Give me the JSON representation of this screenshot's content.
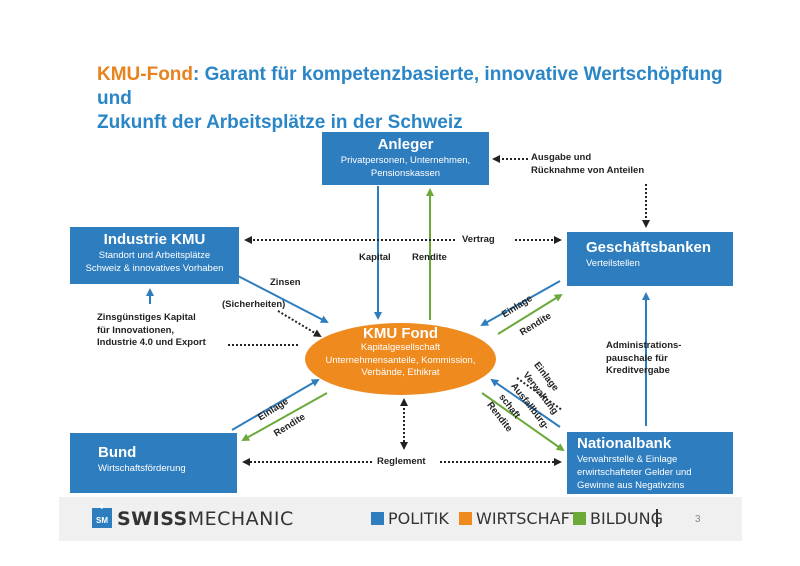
{
  "title": {
    "accent": "KMU-Fond",
    "rest_line1": ": Garant für kompetenzbasierte, innovative Wertschöpfung und",
    "line2": "Zukunft der Arbeitsplätze in der Schweiz"
  },
  "nodes": {
    "anleger": {
      "title": "Anleger",
      "sub1": "Privatpersonen, Unternehmen,",
      "sub2": "Pensionskassen"
    },
    "industrie": {
      "title": "Industrie KMU",
      "sub1": "Standort und Arbeitsplätze",
      "sub2": "Schweiz  & innovatives Vorhaben"
    },
    "banken": {
      "title": "Geschäftsbanken",
      "sub1": "Verteilstellen"
    },
    "bund": {
      "title": "Bund",
      "sub1": "Wirtschaftsförderung"
    },
    "nationalbank": {
      "title": "Nationalbank",
      "sub1": "Verwahrstelle & Einlage",
      "sub2": "erwirtschafteter Gelder  und",
      "sub3": "Gewinne aus Negativzins"
    },
    "center": {
      "title": "KMU Fond",
      "sub1": "Kapitalgesellschaft",
      "sub2": "Unternehmensanteile, Kommission,",
      "sub3": "Verbände, Ethikrat"
    }
  },
  "labels": {
    "ausgabe1": "Ausgabe und",
    "ausgabe2": "Rücknahme von Anteilen",
    "vertrag": "Vertrag",
    "kapital": "Kapital",
    "rendite_top": "Rendite",
    "zinsen": "Zinsen",
    "sicherheiten": "(Sicherheiten)",
    "zins1": "Zinsgünstiges Kapital",
    "zins2": "für Innovationen,",
    "zins3": "Industrie 4.0 und Export",
    "einlage_bank": "Einlage",
    "rendite_bank": "Rendite",
    "admin1": "Administrations-",
    "admin2": "pauschale für",
    "admin3": "Kreditvergabe",
    "einlage_bund": "Einlage",
    "rendite_bund": "Rendite",
    "reglement": "Reglement",
    "nb_einlage": "Einlage",
    "nb_verwaltung": "Verwaltung",
    "nb_ausfall1": "Ausfallbürg-",
    "nb_ausfall2": "schaft",
    "nb_rendite": "Rendite"
  },
  "footer": {
    "badge": "SM",
    "brand_bold": "SWISS",
    "brand_light": "MECHANIC",
    "politik": "POLITIK",
    "wirtschaft": "WIRTSCHAFT",
    "bildung": "BILDUNG",
    "page": "3"
  },
  "colors": {
    "box": "#2e7dbe",
    "ellipse": "#ef8a1e",
    "green": "#6aa93a",
    "accent": "#e8821f",
    "title": "#2a86c6"
  }
}
